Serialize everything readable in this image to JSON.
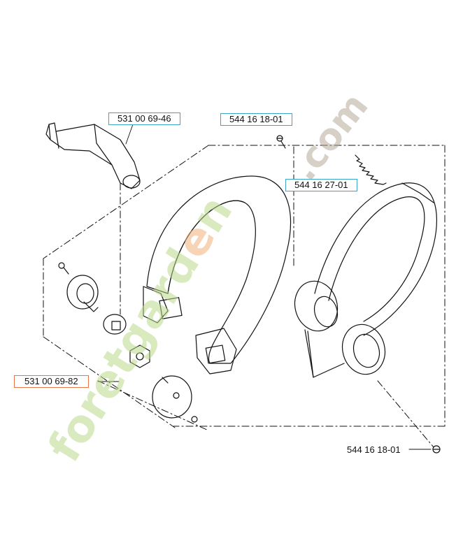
{
  "labels": {
    "top_left": "531 00 69-46",
    "top_mid": "544 16 18-01",
    "right_mid": "544 16 27-01",
    "left_mid": "531 00 69-82",
    "bottom_right": "544 16 18-01"
  },
  "watermark": {
    "text_green": "foretgard",
    "text_orange": "e",
    "text_tail": "n",
    "text_grey": ".com"
  },
  "colors": {
    "label_box_blue": "#3aa6c8",
    "label_box_orange": "#e8744a",
    "watermark_green": "#b9d98a",
    "watermark_orange": "#f0b27a",
    "watermark_grey": "#b5aa9a",
    "line": "#111111"
  }
}
